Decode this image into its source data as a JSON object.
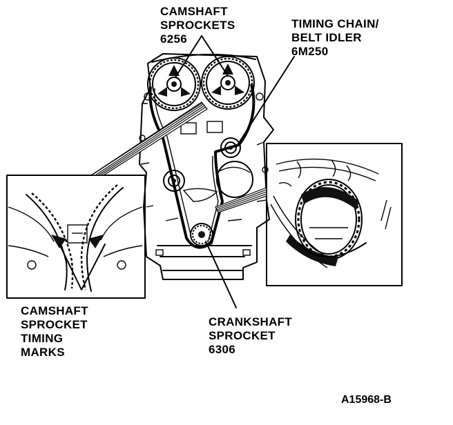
{
  "labels": {
    "camshaft_sprockets": [
      "CAMSHAFT",
      "SPROCKETS",
      "6256"
    ],
    "idler": [
      "TIMING CHAIN/",
      "BELT IDLER",
      "6M250"
    ],
    "timing_marks": [
      "CAMSHAFT",
      "SPROCKET",
      "TIMING",
      "MARKS"
    ],
    "crankshaft_sprocket": [
      "CRANKSHAFT",
      "SPROCKET",
      "6306"
    ],
    "figure_id": "A15968-B"
  }
}
